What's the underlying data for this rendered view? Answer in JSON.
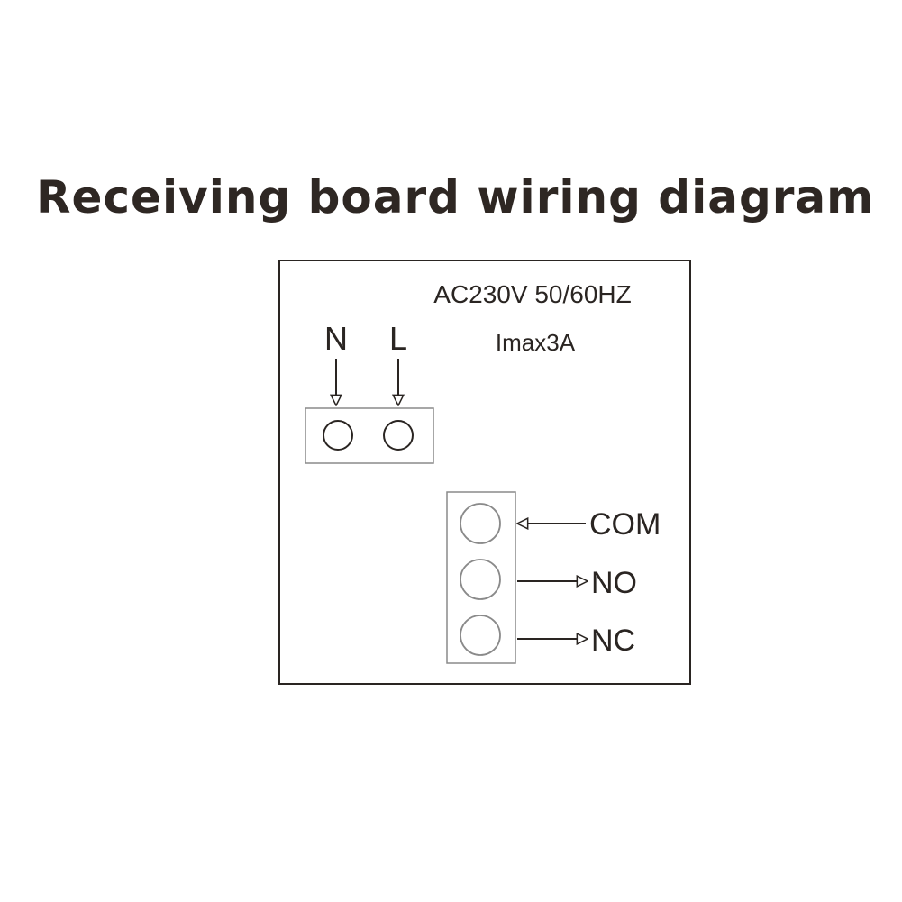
{
  "title": "Receiving board wiring diagram",
  "board": {
    "rating_voltage": "AC230V 50/60HZ",
    "rating_current": "Imax3A"
  },
  "power_terminals": [
    {
      "label": "N"
    },
    {
      "label": "L"
    }
  ],
  "relay_terminals": [
    {
      "label": "COM"
    },
    {
      "label": "NO"
    },
    {
      "label": "NC"
    }
  ],
  "colors": {
    "line": "#2a2522",
    "terminal": "#8a8a8a"
  }
}
